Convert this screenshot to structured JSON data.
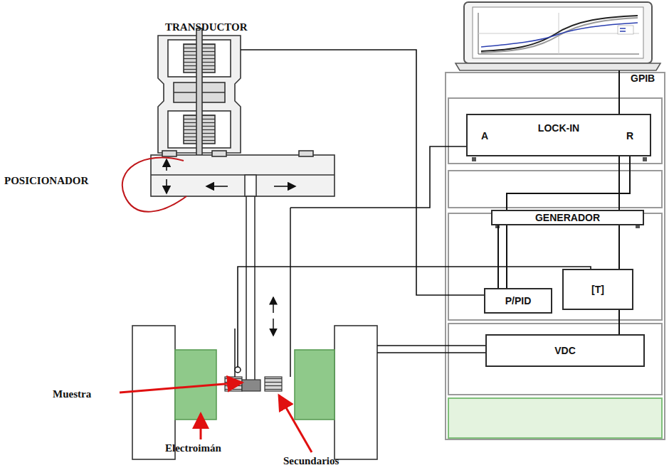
{
  "diagram": {
    "nodes": [
      {
        "text": [
          "LOCK-IN"
        ]
      },
      {
        "text": [
          "GENERADOR"
        ]
      },
      {
        "text": [
          "P/PID"
        ]
      },
      {
        "text": [
          "[T]"
        ]
      },
      {
        "text": [
          "VDC"
        ]
      }
    ],
    "edges": [
      {
        "from": 0,
        "to": 1,
        "arrow": "none"
      },
      {
        "from": 1,
        "to": 3,
        "arrow": "none"
      },
      {
        "from": 3,
        "to": 4,
        "arrow": "none"
      },
      {
        "from": 1,
        "to": 2,
        "arrow": "none"
      },
      {
        "from": 0,
        "to": 2,
        "arrow": "none"
      }
    ],
    "labels": [
      "TRANSDUCTOR",
      "POSICIONADOR",
      "GPIB",
      "A",
      "R",
      "Muestra",
      "Electroimán",
      "Secundarios"
    ]
  }
}
